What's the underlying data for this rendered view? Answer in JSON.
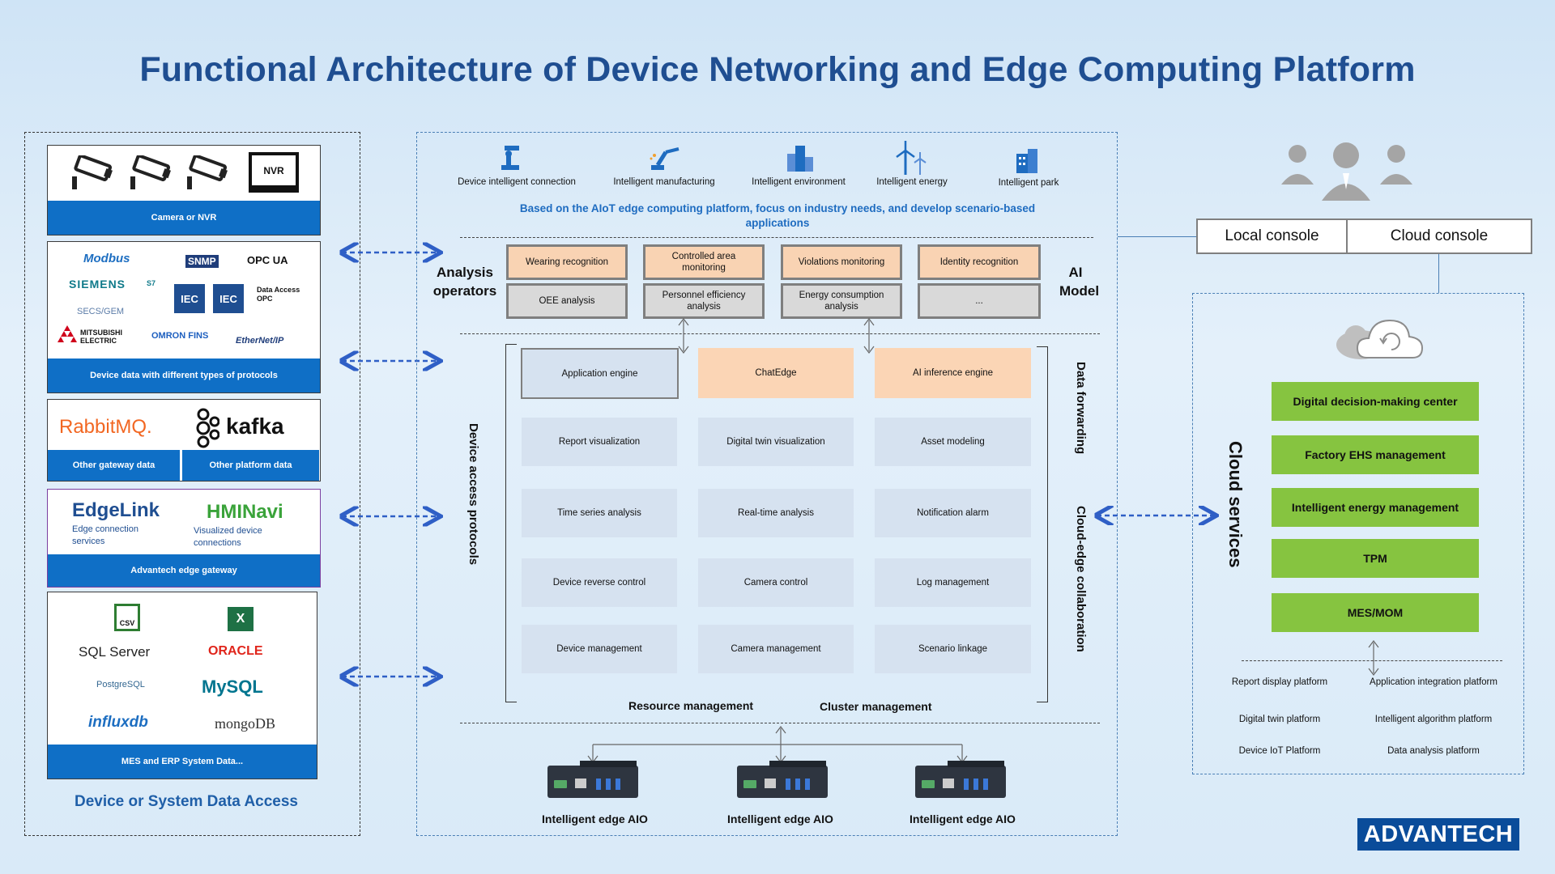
{
  "title": "Functional Architecture of Device Networking and Edge Computing Platform",
  "left": {
    "camera_card": {
      "nvr_label": "NVR",
      "footer": "Camera or NVR"
    },
    "protocol_card": {
      "logos": [
        "Modbus",
        "SNMP",
        "OPC UA",
        "SIEMENS",
        "S7",
        "IEC",
        "IEC",
        "Data Access OPC",
        "SECS/GEM",
        "MITSUBISHI ELECTRIC",
        "OMRON FINS",
        "EtherNet/IP"
      ],
      "footer": "Device data with different types of protocols"
    },
    "middleware_card": {
      "logos": [
        "RabbitMQ.",
        "kafka"
      ],
      "footers": [
        "Other gateway data",
        "Other platform data"
      ]
    },
    "gateway_card": {
      "edgelink_name": "EdgeLink",
      "edgelink_desc": "Edge connection services",
      "hmi_name": "HMINavi",
      "hmi_desc": "Visualized device connections",
      "footer": "Advantech edge gateway"
    },
    "db_card": {
      "logos": [
        "CSV",
        "X",
        "SQL Server",
        "ORACLE",
        "PostgreSQL",
        "MySQL",
        "influxdb",
        "mongoDB"
      ],
      "footer": "MES and ERP System Data..."
    },
    "caption": "Device or System Data Access"
  },
  "center": {
    "scenarios": [
      {
        "label": "Device intelligent connection",
        "icon": "robot-arm-icon"
      },
      {
        "label": "Intelligent manufacturing",
        "icon": "welding-robot-icon"
      },
      {
        "label": "Intelligent environment",
        "icon": "city-buildings-icon"
      },
      {
        "label": "Intelligent energy",
        "icon": "wind-turbine-icon"
      },
      {
        "label": "Intelligent park",
        "icon": "office-buildings-icon"
      }
    ],
    "note": "Based on the AIoT edge computing platform, focus on industry needs, and develop scenario-based applications",
    "analysis_label": "Analysis operators",
    "ai_label": "AI Model",
    "operators_row1": [
      "Wearing recognition",
      "Controlled area monitoring",
      "Violations monitoring",
      "Identity recognition"
    ],
    "operators_row2": [
      "OEE analysis",
      "Personnel efficiency analysis",
      "Energy consumption analysis",
      "..."
    ],
    "device_access_label": "Device access protocols",
    "data_forwarding_label": "Data forwarding",
    "cloud_edge_label": "Cloud-edge collaboration",
    "engines": [
      "Application engine",
      "ChatEdge",
      "AI inference engine"
    ],
    "grid": [
      [
        "Report visualization",
        "Digital twin visualization",
        "Asset modeling"
      ],
      [
        "Time series analysis",
        "Real-time analysis",
        "Notification alarm"
      ],
      [
        "Device reverse control",
        "Camera control",
        "Log management"
      ],
      [
        "Device management",
        "Camera management",
        "Scenario linkage"
      ]
    ],
    "resource_label": "Resource management",
    "cluster_label": "Cluster management",
    "devices": [
      "Intelligent edge AIO",
      "Intelligent edge AIO",
      "Intelligent edge AIO"
    ]
  },
  "right": {
    "local_console": "Local console",
    "cloud_console": "Cloud console",
    "cloud_services_label": "Cloud services",
    "services": [
      "Digital decision-making center",
      "Factory EHS management",
      "Intelligent energy management",
      "TPM",
      "MES/MOM"
    ],
    "platforms": [
      [
        "Report display platform",
        "Application integration platform"
      ],
      [
        "Digital twin platform",
        "Intelligent algorithm platform"
      ],
      [
        "Device IoT Platform",
        "Data analysis platform"
      ]
    ]
  },
  "brand": "ADVANTECH",
  "colors": {
    "title": "#1f4e91",
    "footer_blue": "#0f6fc6",
    "green": "#86c440",
    "orange": "#f9d3b3",
    "grid_blue": "#d6e2f0",
    "arrow_blue": "#2f5fc6"
  }
}
